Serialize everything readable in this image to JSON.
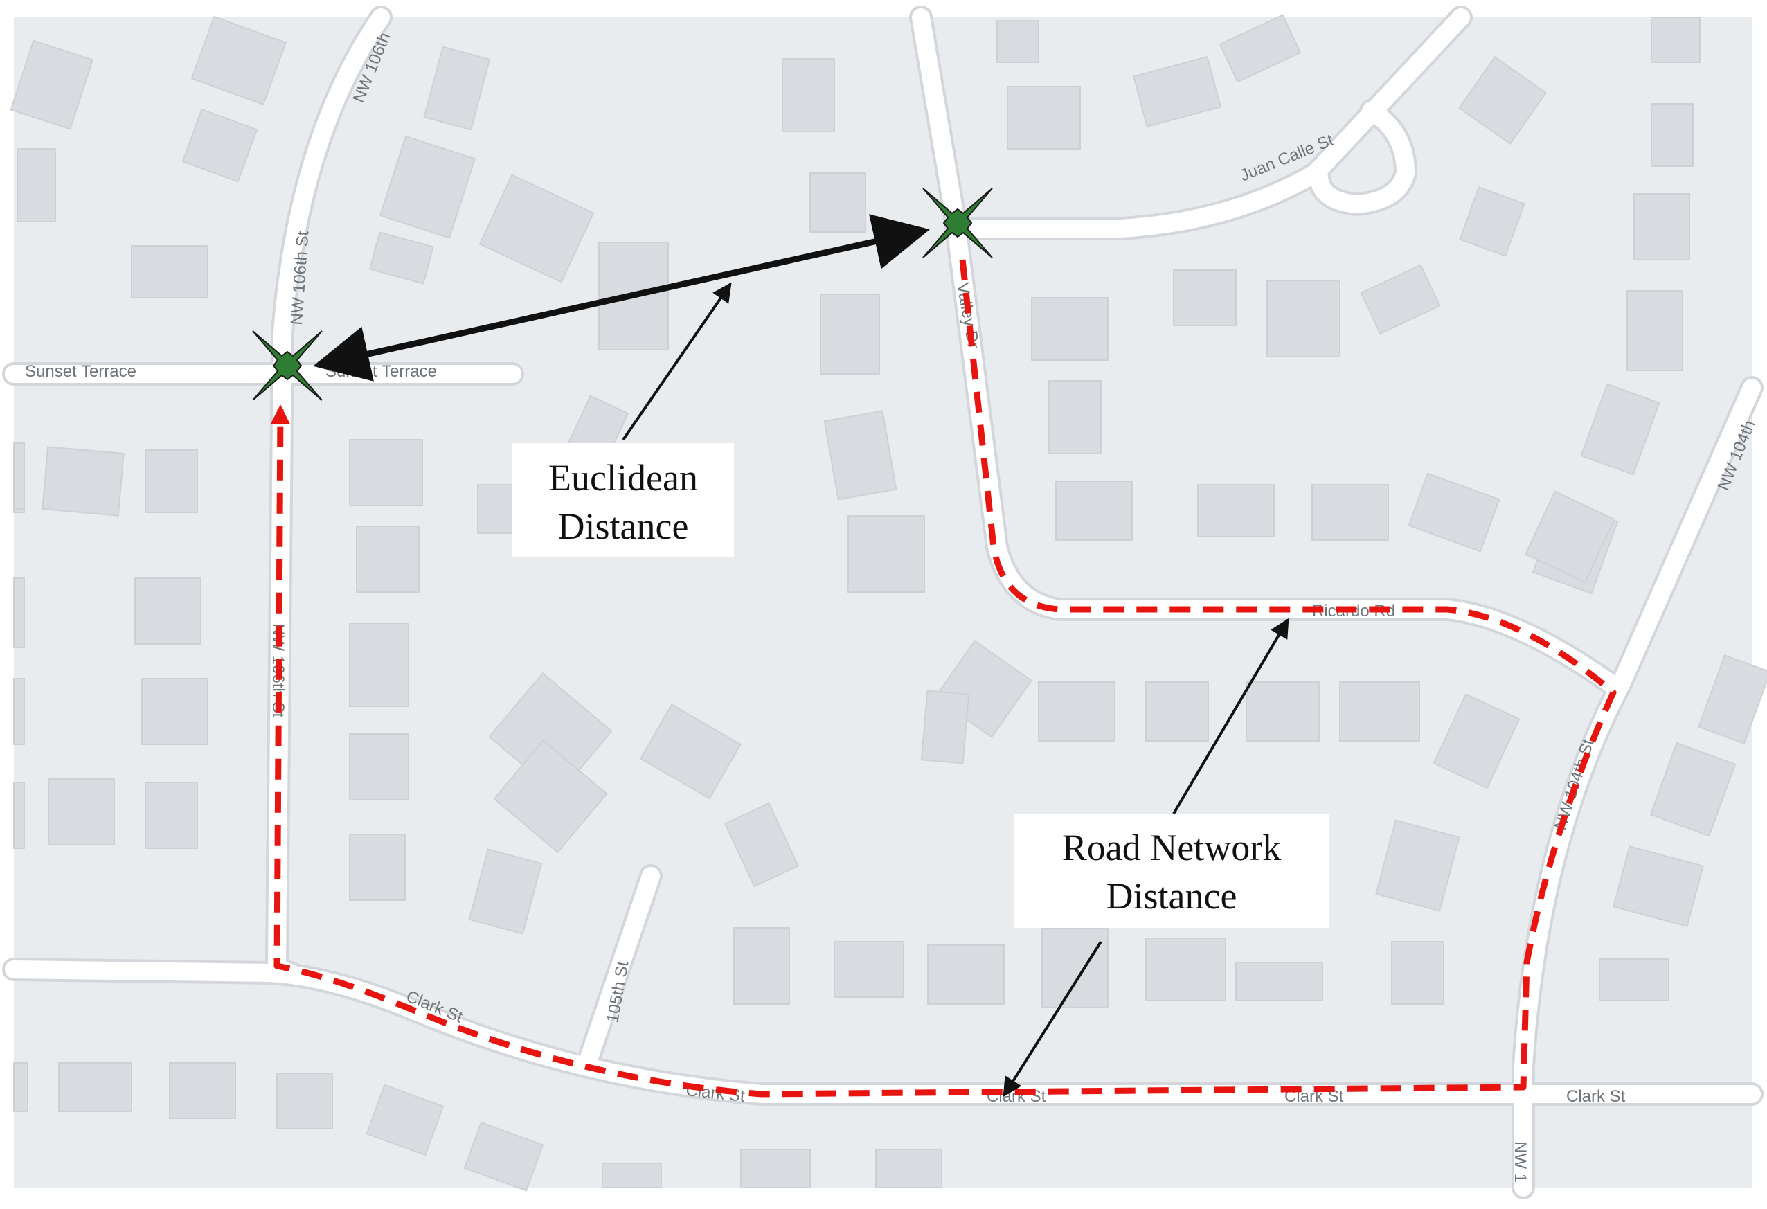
{
  "colors": {
    "background": "#e9ecef",
    "road": "#ffffff",
    "building": "#d8dbdf",
    "route": "#e8140f",
    "marker": "#2f7d32",
    "arrow": "#111111"
  },
  "markers": [
    {
      "name": "start-marker",
      "icon": "star-cross-icon"
    },
    {
      "name": "end-marker",
      "icon": "star-cross-icon"
    }
  ],
  "streets": {
    "sunset_terrace_left": "Sunset Terrace",
    "sunset_terrace_right": "Sunset Terrace",
    "nw106_top": "NW 106th",
    "nw106_mid": "NW 106th St",
    "nw106_lower": "NW 106th St",
    "juan_calle": "Juan Calle St",
    "valley": "Valley Dr",
    "ricardo": "Ricardo Rd",
    "nw104": "NW 104th",
    "nw104_lower": "NW 104th St",
    "clark_1": "Clark St",
    "clark_2": "Clark St",
    "clark_3": "Clark St",
    "clark_4": "Clark St",
    "clark_5": "Clark St",
    "st105": "105th St",
    "nw_bottom": "NW 1"
  },
  "callouts": {
    "euclidean": [
      "Euclidean",
      "Distance"
    ],
    "network": [
      "Road Network",
      "Distance"
    ]
  }
}
